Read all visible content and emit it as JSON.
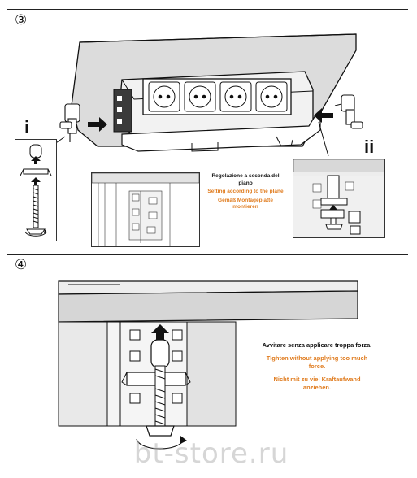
{
  "step3": {
    "number": "③",
    "label_i": "i",
    "label_ii": "ii",
    "caption": {
      "it": "Regolazione a seconda del piano",
      "en": "Setting according to the plane",
      "de": "Gemäß Montageplatte montieren"
    }
  },
  "step4": {
    "number": "④",
    "caption": {
      "it": "Avvitare senza applicare troppa forza.",
      "en": "Tighten without applying too much force.",
      "de": "Nicht mit zu viel Kraftaufwand anziehen."
    }
  },
  "watermark": "bt-store.ru",
  "colors": {
    "accent_text": "#e07c1f",
    "line": "#111111",
    "surface": "#e6e6e6"
  }
}
